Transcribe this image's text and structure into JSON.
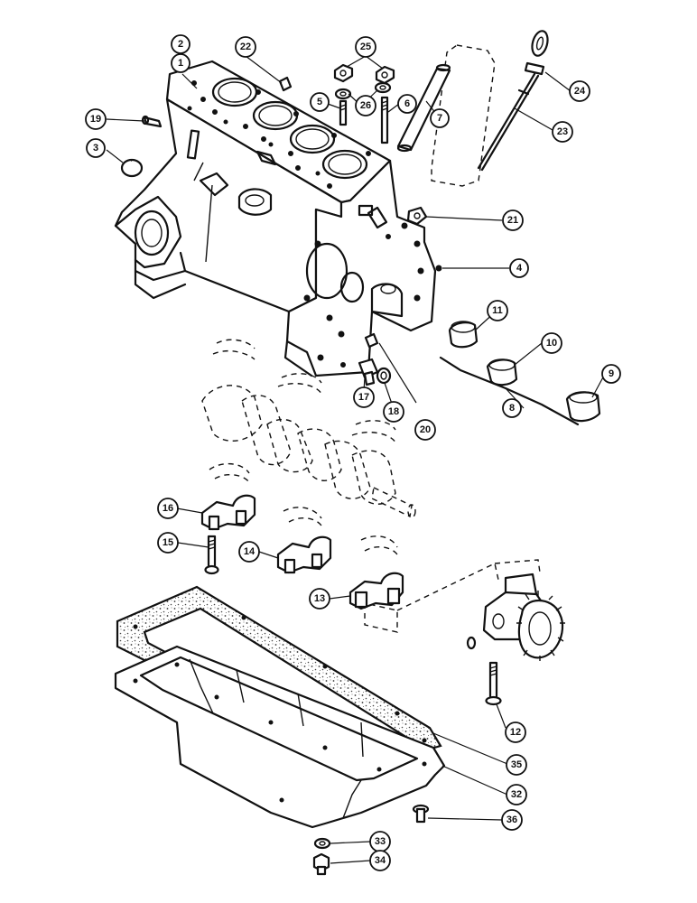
{
  "callouts": {
    "c1": "1",
    "c2": "2",
    "c3": "3",
    "c4": "4",
    "c5": "5",
    "c6": "6",
    "c7": "7",
    "c8": "8",
    "c9": "9",
    "c10": "10",
    "c11": "11",
    "c12": "12",
    "c13": "13",
    "c14": "14",
    "c15": "15",
    "c16": "16",
    "c17": "17",
    "c18": "18",
    "c19": "19",
    "c20": "20",
    "c21": "21",
    "c22": "22",
    "c23": "23",
    "c24": "24",
    "c25": "25",
    "c26": "26",
    "c32": "32",
    "c33": "33",
    "c34": "34",
    "c35": "35",
    "c36": "36"
  }
}
